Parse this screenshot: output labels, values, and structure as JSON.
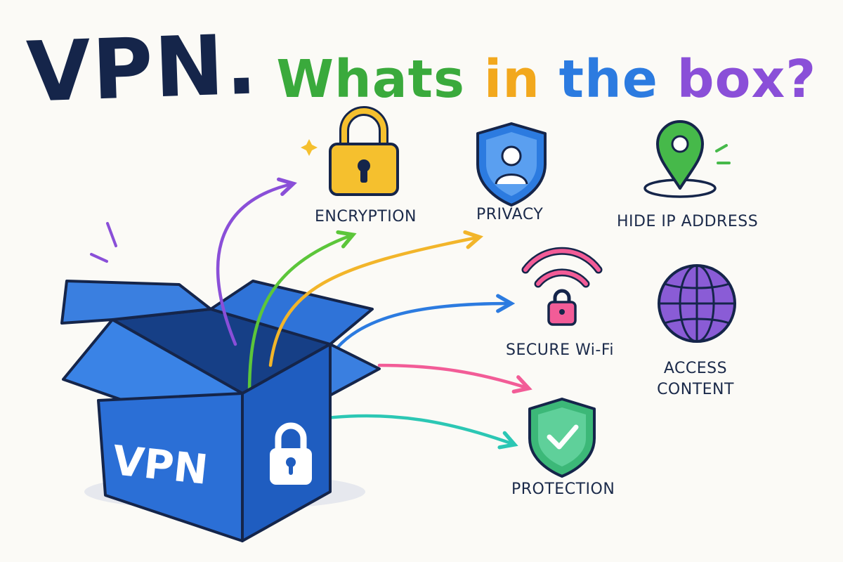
{
  "title": {
    "brand": "VPN.",
    "question_words": [
      "Whats",
      "in",
      "the",
      "box?"
    ]
  },
  "box": {
    "front_text": "VPN",
    "side_icon": "padlock-icon"
  },
  "features": [
    {
      "label": "ENCRYPTION",
      "icon": "padlock-icon"
    },
    {
      "label": "PRIVACY",
      "icon": "shield-user-icon"
    },
    {
      "label": "HIDE IP ADDRESS",
      "icon": "location-pin-icon"
    },
    {
      "label": "SECURE Wi-Fi",
      "icon": "wifi-lock-icon"
    },
    {
      "label": "ACCESS CONTENT",
      "icon": "globe-icon"
    },
    {
      "label": "PROTECTION",
      "icon": "shield-check-icon"
    }
  ],
  "arrow_colors": [
    "#8a4fd8",
    "#5cc63a",
    "#f2b52a",
    "#2c7be0",
    "#f25c97",
    "#2cc7b4"
  ],
  "colors": {
    "box": "#2b6fd6",
    "box_dark": "#1c55b0",
    "outline": "#15254a",
    "lock_gold": "#f5c02e",
    "shield_blue": "#2c7be0",
    "pin_green": "#46b94a",
    "wifi_pink": "#f25c97",
    "globe_purple": "#8a5cd6",
    "check_green": "#3cb878"
  }
}
